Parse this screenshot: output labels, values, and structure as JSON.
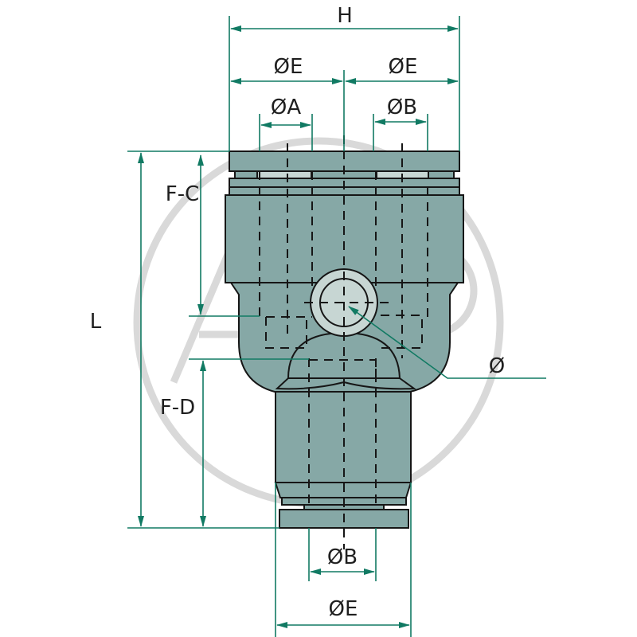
{
  "drawing": {
    "subject": "Push-in Y reducer fitting",
    "watermark": "ACP",
    "colors": {
      "body": "#86a8a6",
      "body_light": "#c7d6d3",
      "dimension_line": "#117a63",
      "outline": "#161616",
      "watermark": "#d9d9d9",
      "text": "#1f1f1f"
    }
  },
  "dimensions": {
    "overall_width": "H",
    "top_left_outer": "ØE",
    "top_right_outer": "ØE",
    "top_left_inner": "ØA",
    "top_right_inner": "ØB",
    "overall_length": "L",
    "upper_insert_depth": "F-C",
    "lower_insert_depth": "F-D",
    "mounting_hole": "Ø",
    "bottom_inner": "ØB",
    "bottom_outer": "ØE"
  }
}
